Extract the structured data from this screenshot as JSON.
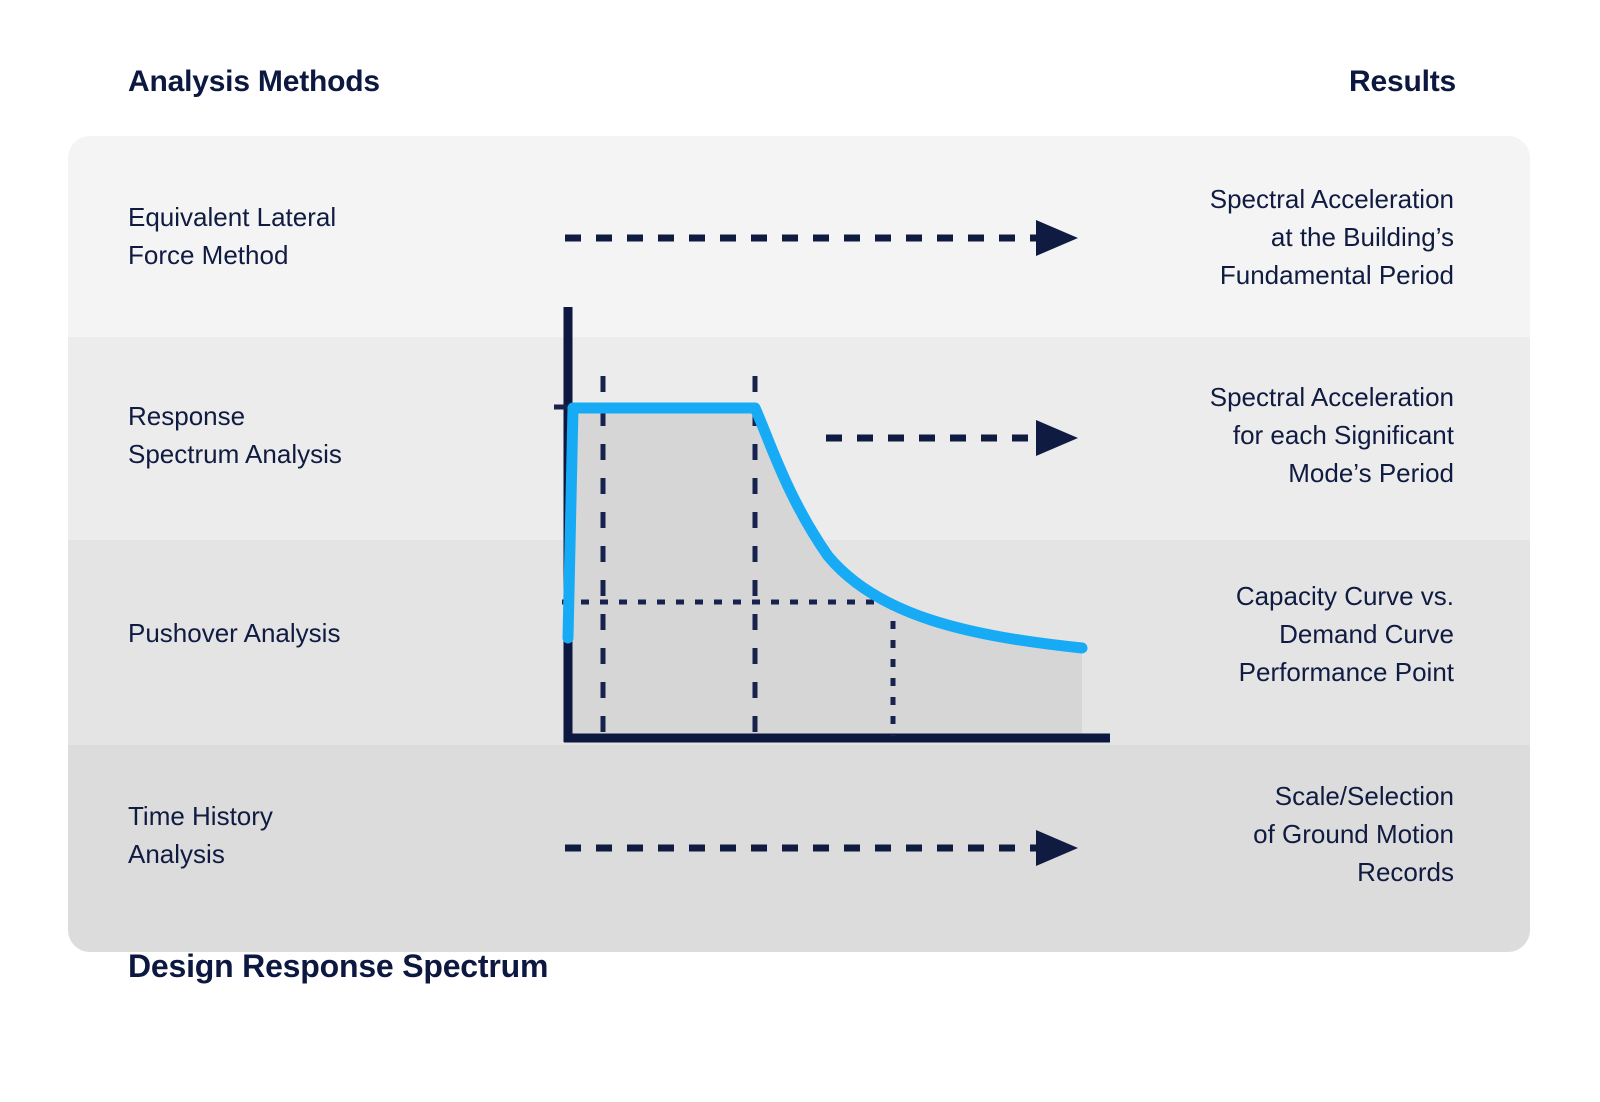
{
  "header": {
    "left_title": "Analysis Methods",
    "right_title": "Results"
  },
  "caption": "Design Response Spectrum",
  "colors": {
    "navy": "#0d1840",
    "curve_blue": "#18ABF5",
    "fill_gray": "#d6d6d6",
    "band_0": "#f4f4f4",
    "band_1": "#ececec",
    "band_2": "#e4e4e4",
    "band_3": "#dcdcdc"
  },
  "rows": [
    {
      "method": "Equivalent Lateral Force Method",
      "method_lines": [
        "Equivalent Lateral",
        "Force Method"
      ],
      "result": "Spectral Acceleration at the Building’s Fundamental Period",
      "result_lines": [
        "Spectral Acceleration",
        "at the Building’s",
        "Fundamental Period"
      ],
      "has_arrow": true
    },
    {
      "method": "Response Spectrum Analysis",
      "method_lines": [
        "Response",
        "Spectrum Analysis"
      ],
      "result": "Spectral Acceleration for each Significant Mode’s Period",
      "result_lines": [
        "Spectral Acceleration",
        "for each Significant",
        "Mode’s Period"
      ],
      "has_arrow": true
    },
    {
      "method": "Pushover Analysis",
      "method_lines": [
        "Pushover Analysis"
      ],
      "result": "Capacity Curve vs. Demand Curve Performance Point",
      "result_lines": [
        "Capacity Curve vs.",
        "Demand Curve",
        "Performance Point"
      ],
      "has_arrow": false
    },
    {
      "method": "Time History Analysis",
      "method_lines": [
        "Time History",
        "Analysis"
      ],
      "result": "Scale/Selection of Ground Motion Records",
      "result_lines": [
        "Scale/Selection",
        "of Ground Motion",
        "Records"
      ],
      "has_arrow": true
    }
  ],
  "chart_data": {
    "type": "line",
    "title": "Design Response Spectrum",
    "xlabel": "",
    "ylabel": "",
    "grid": false,
    "legend": "none",
    "series": [
      {
        "name": "Design Response Spectrum",
        "color": "#18ABF5",
        "shape": "rise-plateau-decay",
        "points": [
          {
            "x": 0.0,
            "y": 0.4
          },
          {
            "x": 0.07,
            "y": 1.0
          },
          {
            "x": 0.36,
            "y": 1.0
          },
          {
            "x": 0.45,
            "y": 0.82
          },
          {
            "x": 0.62,
            "y": 0.56
          },
          {
            "x": 0.8,
            "y": 0.43
          },
          {
            "x": 1.0,
            "y": 0.36
          }
        ]
      }
    ],
    "reference_lines": [
      {
        "name": "plateau-start",
        "orientation": "vertical",
        "style": "dashed",
        "x": 0.07
      },
      {
        "name": "plateau-end",
        "orientation": "vertical",
        "style": "dashed",
        "x": 0.36
      },
      {
        "name": "sa-level",
        "orientation": "horizontal",
        "style": "dotted",
        "y": 0.4
      },
      {
        "name": "period-marker",
        "orientation": "vertical",
        "style": "dotted",
        "x": 0.62
      }
    ],
    "axes": {
      "x_axis": "period",
      "y_axis": "spectral-acceleration",
      "axis_color": "#0d1840",
      "ticks": []
    },
    "fill": {
      "color": "#d6d6d6",
      "under_curve": true
    }
  },
  "arrows": [
    {
      "name": "arrow-elf",
      "row": 0,
      "style": "dashed",
      "direction": "right"
    },
    {
      "name": "arrow-rsa",
      "row": 1,
      "style": "dashed",
      "direction": "right"
    },
    {
      "name": "arrow-tha",
      "row": 3,
      "style": "dashed",
      "direction": "right"
    }
  ]
}
